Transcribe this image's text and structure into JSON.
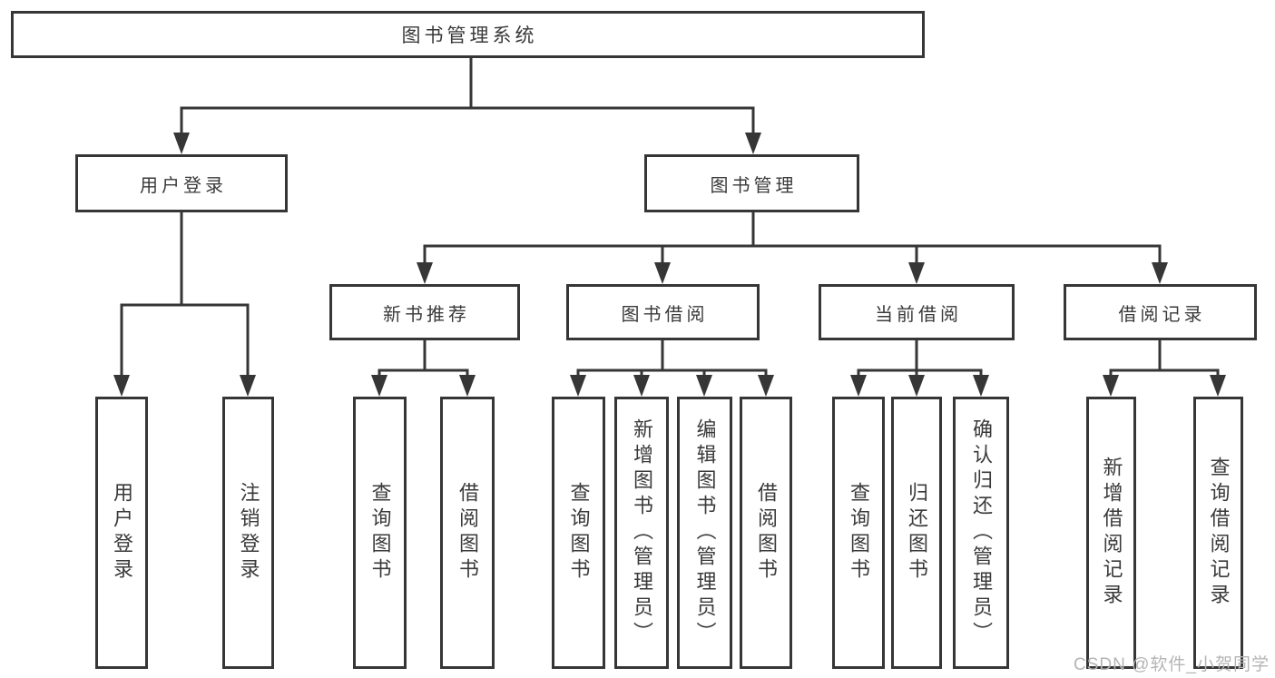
{
  "colors": {
    "line": "#363636",
    "text": "#3a3a3a",
    "background": "#ffffff",
    "watermark": "#b5b5b5"
  },
  "watermark": {
    "text": "CSDN @软件_小贺同学"
  },
  "tree": {
    "root": "图书管理系统",
    "branches": [
      {
        "label": "用户登录",
        "children": [
          "用户登录",
          "注销登录"
        ]
      },
      {
        "label": "图书管理",
        "groups": [
          {
            "label": "新书推荐",
            "children": [
              "查询图书",
              "借阅图书"
            ]
          },
          {
            "label": "图书借阅",
            "children": [
              "查询图书",
              "新增图书（管理员）",
              "编辑图书（管理员）",
              "借阅图书"
            ]
          },
          {
            "label": "当前借阅",
            "children": [
              "查询图书",
              "归还图书",
              "确认归还（管理员）"
            ]
          },
          {
            "label": "借阅记录",
            "children": [
              "新增借阅记录",
              "查询借阅记录"
            ]
          }
        ]
      }
    ]
  }
}
